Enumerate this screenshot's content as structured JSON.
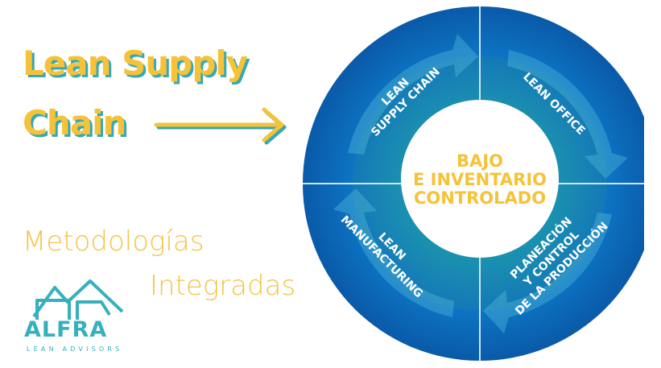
{
  "title": {
    "line1": "Lean Supply",
    "line2": "Chain"
  },
  "subtitle": {
    "line1": "Metodologías",
    "line2": "Integradas"
  },
  "logo": {
    "name": "ALFRA",
    "tagline": "LEAN ADVISORS"
  },
  "wheel": {
    "center": {
      "line1": "BAJO",
      "line2": "E INVENTARIO",
      "line3": "CONTROLADO"
    },
    "segments": [
      {
        "id": "top-left",
        "lines": [
          "LEAN",
          "SUPPLY CHAIN"
        ]
      },
      {
        "id": "top-right",
        "lines": [
          "LEAN OFFICE"
        ]
      },
      {
        "id": "bottom-left",
        "lines": [
          "LEAN",
          "MANUFACTURING"
        ]
      },
      {
        "id": "bottom-right",
        "lines": [
          "PLANEACIÓN",
          "Y CONTROL",
          "DE LA PRODUCCIÓN"
        ]
      }
    ]
  },
  "colors": {
    "title_yellow": "#f6c238",
    "title_shadow": "#35a9b6",
    "ring_blue": "#1668b8",
    "inner_teal": "#1ea3a0",
    "center_text": "#f6c238",
    "logo_teal": "#36b0bd"
  },
  "icons": {
    "arrow": "arrow-right-icon",
    "logo_mark": "house-roof-icon"
  }
}
